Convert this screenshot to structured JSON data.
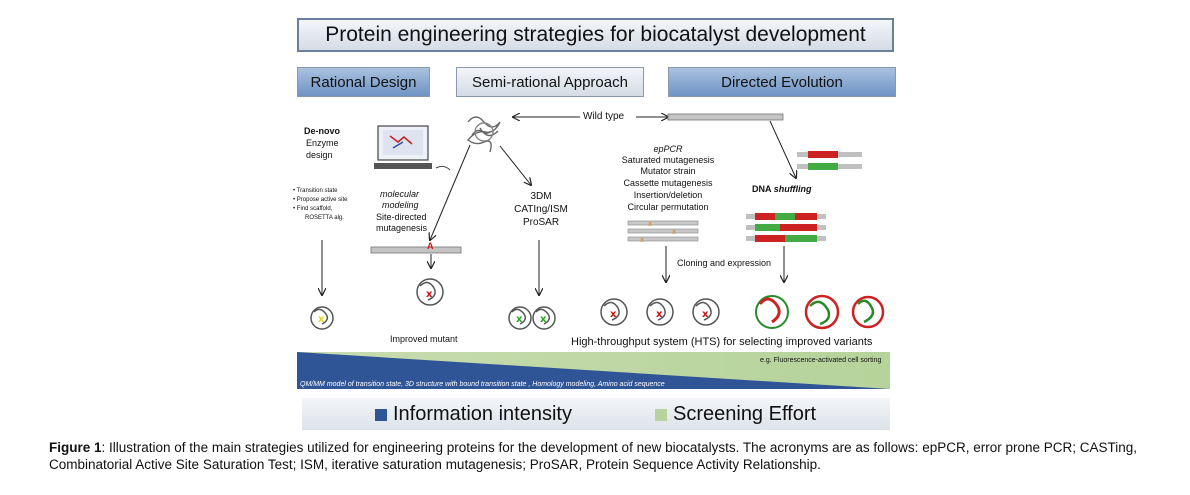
{
  "title": "Protein engineering strategies for biocatalyst development",
  "tabs": {
    "rational": "Rational Design",
    "semi": "Semi-rational Approach",
    "directed": "Directed Evolution"
  },
  "wild_type": "Wild type",
  "rational": {
    "denovo_title": "De-novo",
    "denovo_line2": "Enzyme",
    "denovo_line3": "design",
    "bullets": [
      "Transition state",
      "Propose active site",
      "Find scaffold,",
      "ROSETTA alg."
    ],
    "molecular_modeling_1": "molecular",
    "molecular_modeling_2": "modeling",
    "site_directed_1": "Site-directed",
    "site_directed_2": "mutagenesis",
    "mutation_mark": "A",
    "improved_mutant": "Improved mutant"
  },
  "semi": {
    "line1": "3DM",
    "line2": "CATIng/ISM",
    "line3": "ProSAR"
  },
  "directed": {
    "methods": [
      "epPCR",
      "Saturated mutagenesis",
      "Mutator strain",
      "Cassette mutagenesis",
      "Insertion/deletion",
      "Circular permutation"
    ],
    "dna_shuffling_1": "DNA",
    "dna_shuffling_2": "shuffling",
    "cloning": "Cloning and expression",
    "hts": "High-throughput  system (HTS) for selecting improved variants",
    "facs": "e.g. Fluorescence-activated cell sorting"
  },
  "bottom_band": "QM/MM model of transition state, 3D structure with bound transition  state ,  Homology modeling,    Amino acid sequence",
  "legend": {
    "info": "Information intensity",
    "screen": "Screening Effort",
    "info_color": "#2f5597",
    "screen_color": "#b5d39a"
  },
  "caption": {
    "label": "Figure 1",
    "text": ": Illustration of the main strategies utilized for engineering proteins for the development of new biocatalysts. The acronyms are as follows: epPCR, error prone PCR; CASTing, Combinatorial Active Site Saturation Test; ISM, iterative saturation mutagenesis; ProSAR, Protein Sequence Activity Relationship."
  }
}
